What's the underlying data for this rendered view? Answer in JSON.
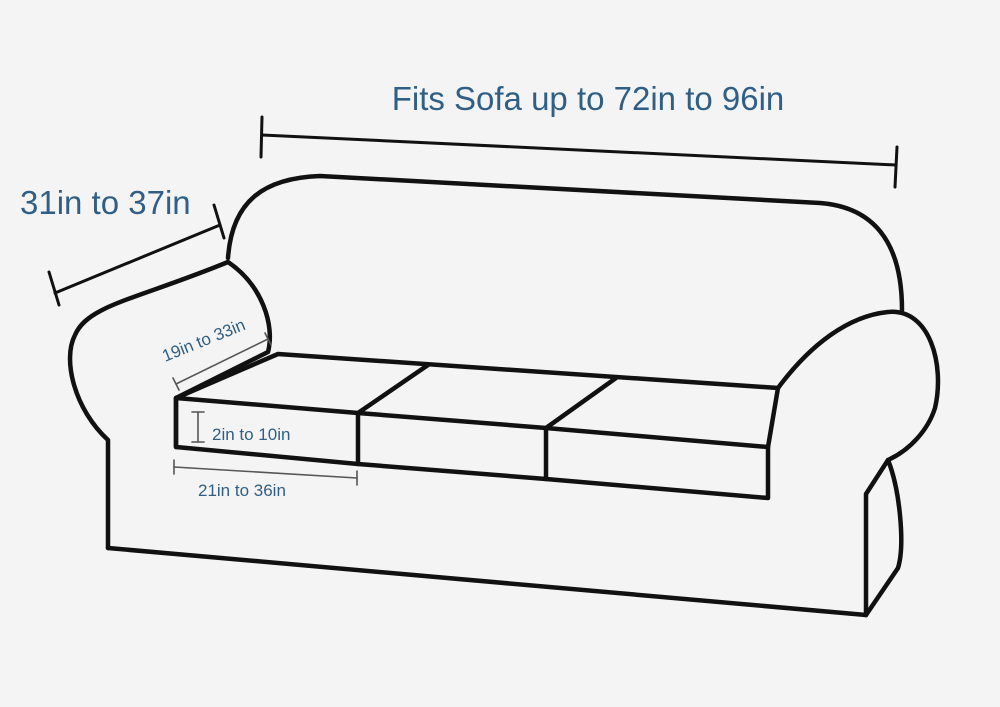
{
  "labels": {
    "overall_width": "Fits Sofa up to 72in to 96in",
    "overall_depth": "31in to 37in",
    "arm_depth": "19in to 33in",
    "cushion_thickness": "2in to 10in",
    "cushion_width": "21in to 36in"
  },
  "colors": {
    "label": "#2f5f86",
    "outline": "#111111",
    "background": "#f4f4f4"
  }
}
